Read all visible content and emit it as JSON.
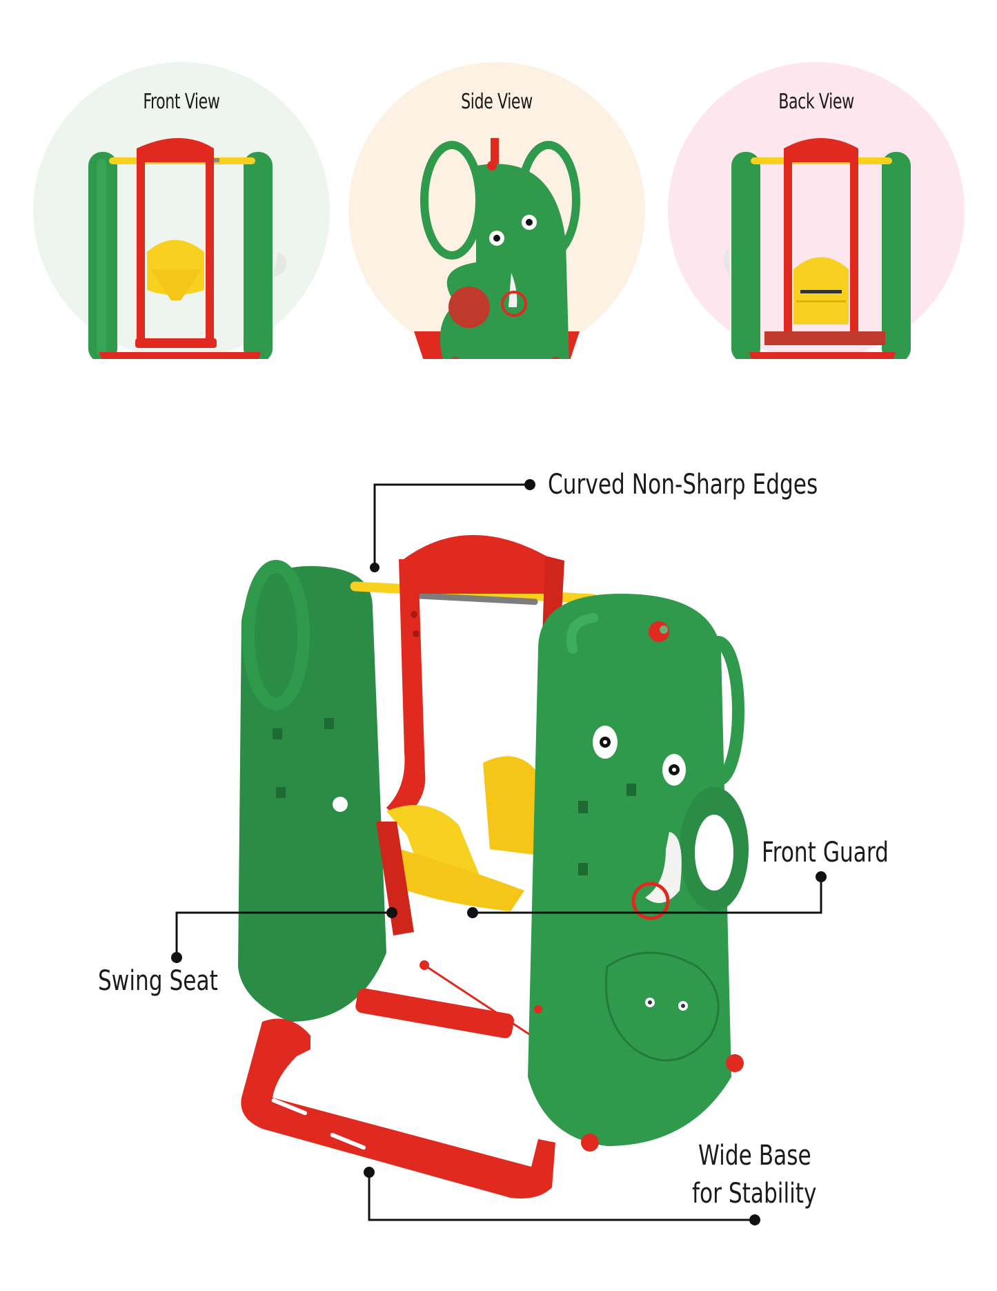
{
  "views": [
    {
      "label": "Front View",
      "bg": "#eef5ef"
    },
    {
      "label": "Side View",
      "bg": "#fdf1e4"
    },
    {
      "label": "Back View",
      "bg": "#fde6ee"
    }
  ],
  "callouts": {
    "edges": "Curved Non-Sharp Edges",
    "guard": "Front Guard",
    "seat": "Swing Seat",
    "base_line1": "Wide Base",
    "base_line2": "for Stability"
  },
  "colors": {
    "green": "#2f9a4c",
    "green_dark": "#237a3a",
    "red": "#e02a1f",
    "red_dark": "#b81d15",
    "yellow": "#f7d020",
    "white_tusk": "#f2f2f0",
    "line": "#111111"
  }
}
